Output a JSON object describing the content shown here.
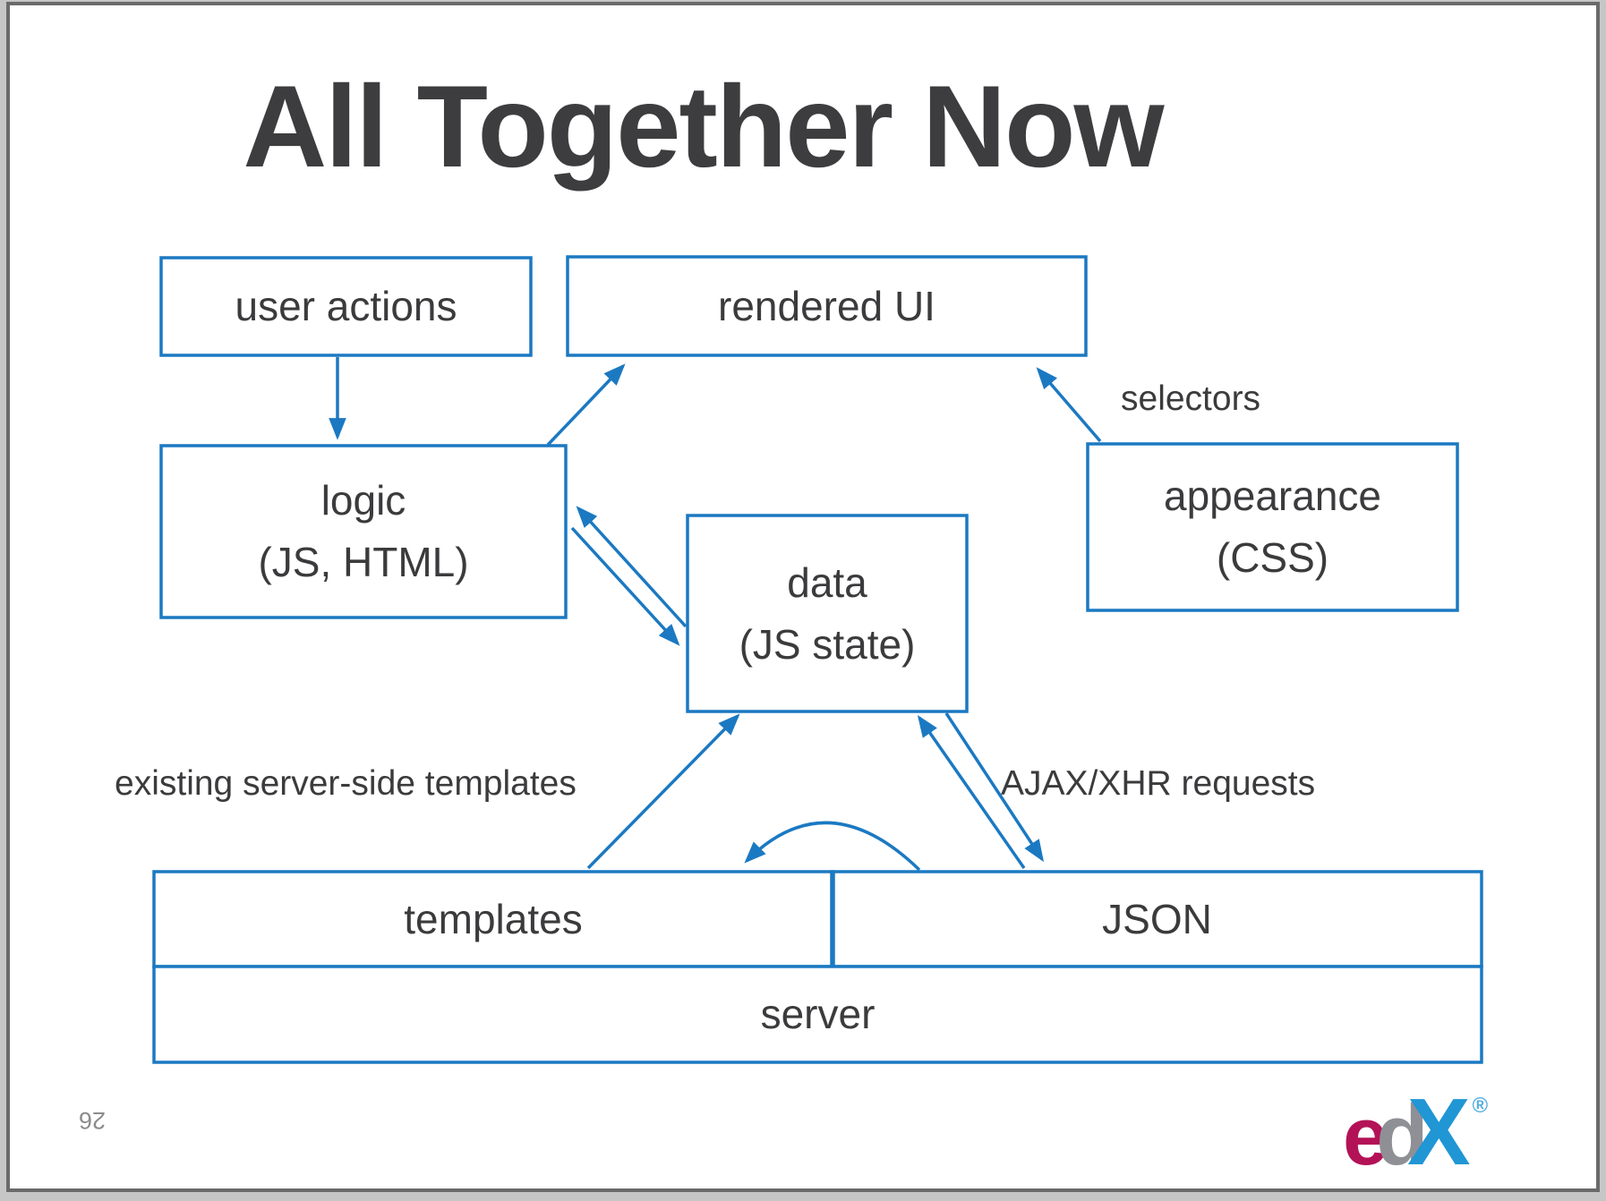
{
  "slide": {
    "title": "All Together Now",
    "page_number": "26"
  },
  "boxes": {
    "user_actions": {
      "label": "user actions"
    },
    "rendered_ui": {
      "label": "rendered UI"
    },
    "logic": {
      "label": "logic",
      "sublabel": "(JS, HTML)"
    },
    "data_state": {
      "label": "data",
      "sublabel": "(JS state)"
    },
    "appearance": {
      "label": "appearance",
      "sublabel": "(CSS)"
    },
    "templates": {
      "label": "templates"
    },
    "json": {
      "label": "JSON"
    },
    "server": {
      "label": "server"
    }
  },
  "edge_labels": {
    "selectors": "selectors",
    "server_side_templates": "existing server-side templates",
    "ajax": "AJAX/XHR requests"
  },
  "logo": {
    "part_e": "e",
    "part_d": "d",
    "part_x": "X",
    "registered": "®"
  },
  "colors": {
    "diagram_blue": "#1b79c2",
    "title_gray": "#3d3d3f",
    "text_gray": "#3b3b3d",
    "page_number_gray": "#8b8b8b",
    "slide_border_gray": "#6a6a6a",
    "surround_gray": "#c6c6c6",
    "logo_crimson": "#b31257",
    "logo_gray": "#8f9096",
    "logo_blue": "#2096d5"
  }
}
